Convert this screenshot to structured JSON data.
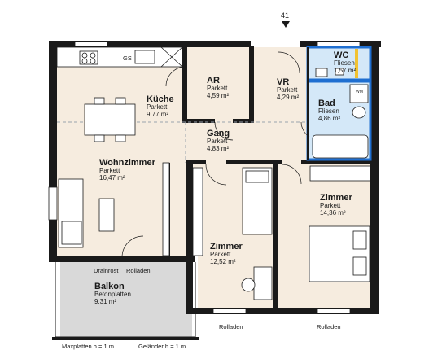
{
  "plan": {
    "axis_label": "41",
    "rooms": [
      {
        "id": "kueche",
        "name": "Küche",
        "floor": "Parkett",
        "area": "9,77 m²"
      },
      {
        "id": "ar",
        "name": "AR",
        "floor": "Parkett",
        "area": "4,59 m²"
      },
      {
        "id": "vr",
        "name": "VR",
        "floor": "Parkett",
        "area": "4,29 m²"
      },
      {
        "id": "wc",
        "name": "WC",
        "floor": "Fliesen",
        "area": "1,57 m²"
      },
      {
        "id": "bad",
        "name": "Bad",
        "floor": "Fliesen",
        "area": "4,86 m²"
      },
      {
        "id": "gang",
        "name": "Gang",
        "floor": "Parkett",
        "area": "4,83 m²"
      },
      {
        "id": "wohnzimmer",
        "name": "Wohnzimmer",
        "floor": "Parkett",
        "area": "16,47 m²"
      },
      {
        "id": "zimmer2",
        "name": "Zimmer",
        "floor": "Parkett",
        "area": "14,36 m²"
      },
      {
        "id": "zimmer1",
        "name": "Zimmer",
        "floor": "Parkett",
        "area": "12,52 m²"
      },
      {
        "id": "balkon",
        "name": "Balkon",
        "floor": "Betonplatten",
        "area": "9,31 m²"
      }
    ],
    "notes": {
      "drainrost": "Drainrost",
      "rolladen": "Rolladen",
      "maxplatten": "Maxplatten h = 1 m",
      "gelaender": "Geländer h = 1 m",
      "gs": "GS",
      "wm": "WM"
    },
    "colors": {
      "wall": "#1a1a1a",
      "wet_room": "#1f6fd1",
      "wet_fill": "#d4e8f8",
      "floor": "#f6ecdf",
      "balcony": "#d9d9d9",
      "wc_accent": "#f1c232"
    }
  }
}
